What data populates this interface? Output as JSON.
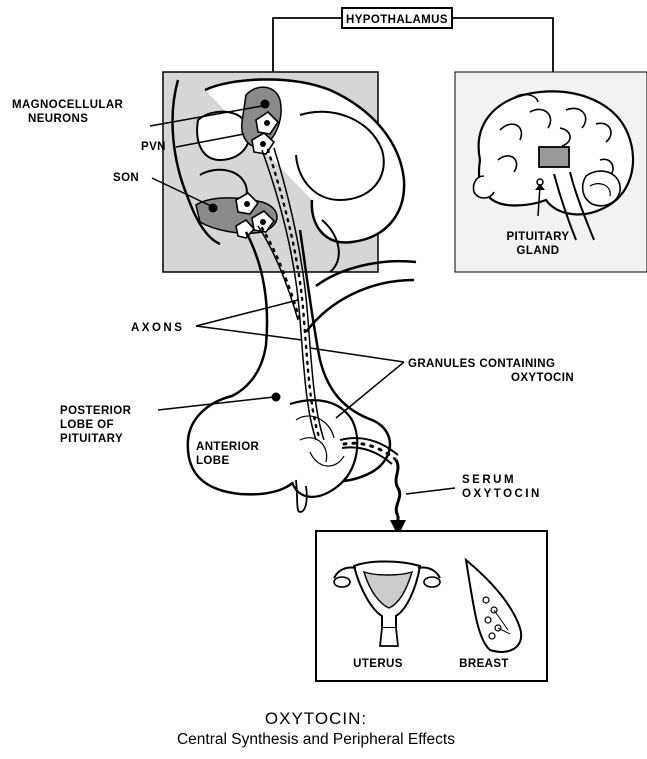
{
  "labels": {
    "hypothalamus": "HYPOTHALAMUS",
    "magnocellular_line1": "MAGNOCELLULAR",
    "magnocellular_line2": "NEURONS",
    "pvn": "PVN",
    "son": "SON",
    "pituitary_gland_line1": "PITUITARY",
    "pituitary_gland_line2": "GLAND",
    "axons": "AXONS",
    "granules_line1": "GRANULES CONTAINING",
    "granules_line2": "OXYTOCIN",
    "posterior_line1": "POSTERIOR",
    "posterior_line2": "LOBE OF",
    "posterior_line3": "PITUITARY",
    "anterior_line1": "ANTERIOR",
    "anterior_line2": "LOBE",
    "serum_line1": "SERUM",
    "serum_line2": "OXYTOCIN",
    "uterus": "UTERUS",
    "breast": "BREAST"
  },
  "caption": {
    "title": "OXYTOCIN:",
    "subtitle": "Central Synthesis and Peripheral Effects"
  }
}
